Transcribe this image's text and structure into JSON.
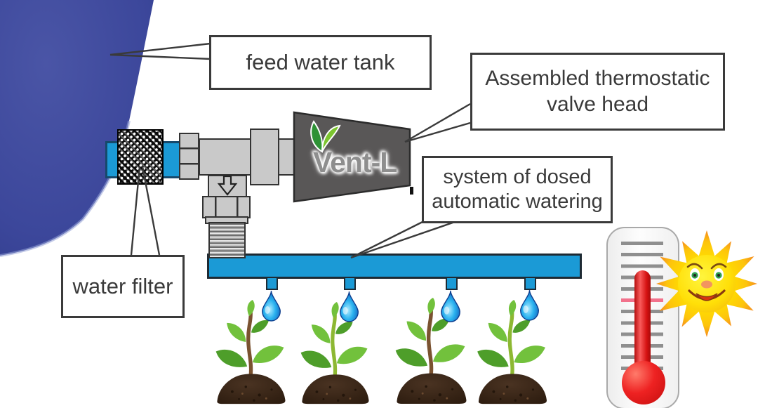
{
  "callouts": {
    "feed_water_tank": {
      "text": "feed water tank"
    },
    "thermostatic_valve": {
      "text": "Assembled thermostatic valve head"
    },
    "watering_system": {
      "text": "system of dosed automatic watering"
    },
    "water_filter": {
      "text": "water filter"
    }
  },
  "valve": {
    "brand": "Vent-L"
  },
  "colors": {
    "tank_blue": "#3e499b",
    "pipe_blue": "#1b9ad6",
    "valve_head_gray": "#595757",
    "fitting_gray": "#c9c9c9",
    "outline_dark": "#3a3a3a",
    "mercury_red": "#e01212",
    "tick_pink": "#f2728c",
    "sun_yellow": "#ffde00",
    "ray_orange": "#f58a1f",
    "leaf_green": "#6fbf3a",
    "soil_brown": "#3f2b1c",
    "drop_blue": "#1e88d8"
  },
  "icons": {
    "thermometer": "thermometer-icon",
    "sun": "sun-icon",
    "drop": "water-drop-icon",
    "plant": "seedling-icon",
    "leaf_logo": "leaf-icon",
    "flow_arrow": "down-arrow-icon"
  }
}
